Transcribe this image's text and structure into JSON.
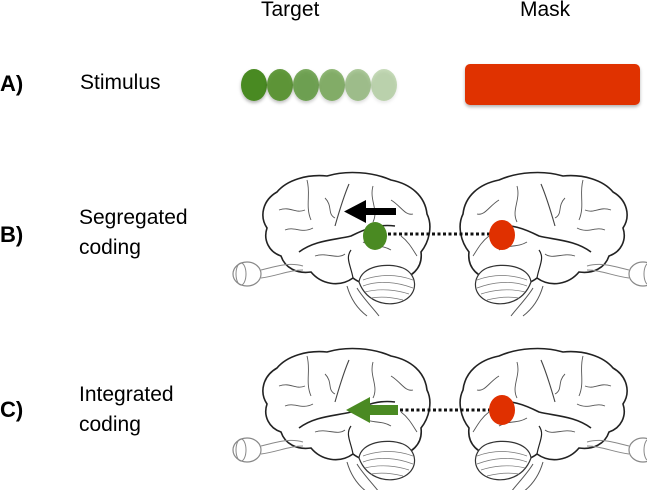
{
  "columns": {
    "target": "Target",
    "mask": "Mask"
  },
  "rows": [
    {
      "letter": "A)",
      "label": "Stimulus"
    },
    {
      "letter": "B)",
      "label_line1": "Segregated",
      "label_line2": "coding"
    },
    {
      "letter": "C)",
      "label_line1": "Integrated",
      "label_line2": "coding"
    }
  ],
  "colors": {
    "target_green": "#4a8a22",
    "mask_red": "#e03000",
    "arrow_black": "#000000",
    "arrow_green": "#4a8a22",
    "outline": "#222222"
  },
  "stimulus": {
    "target_fade_steps": [
      1.0,
      0.85,
      0.7,
      0.55,
      0.4,
      0.25
    ]
  }
}
